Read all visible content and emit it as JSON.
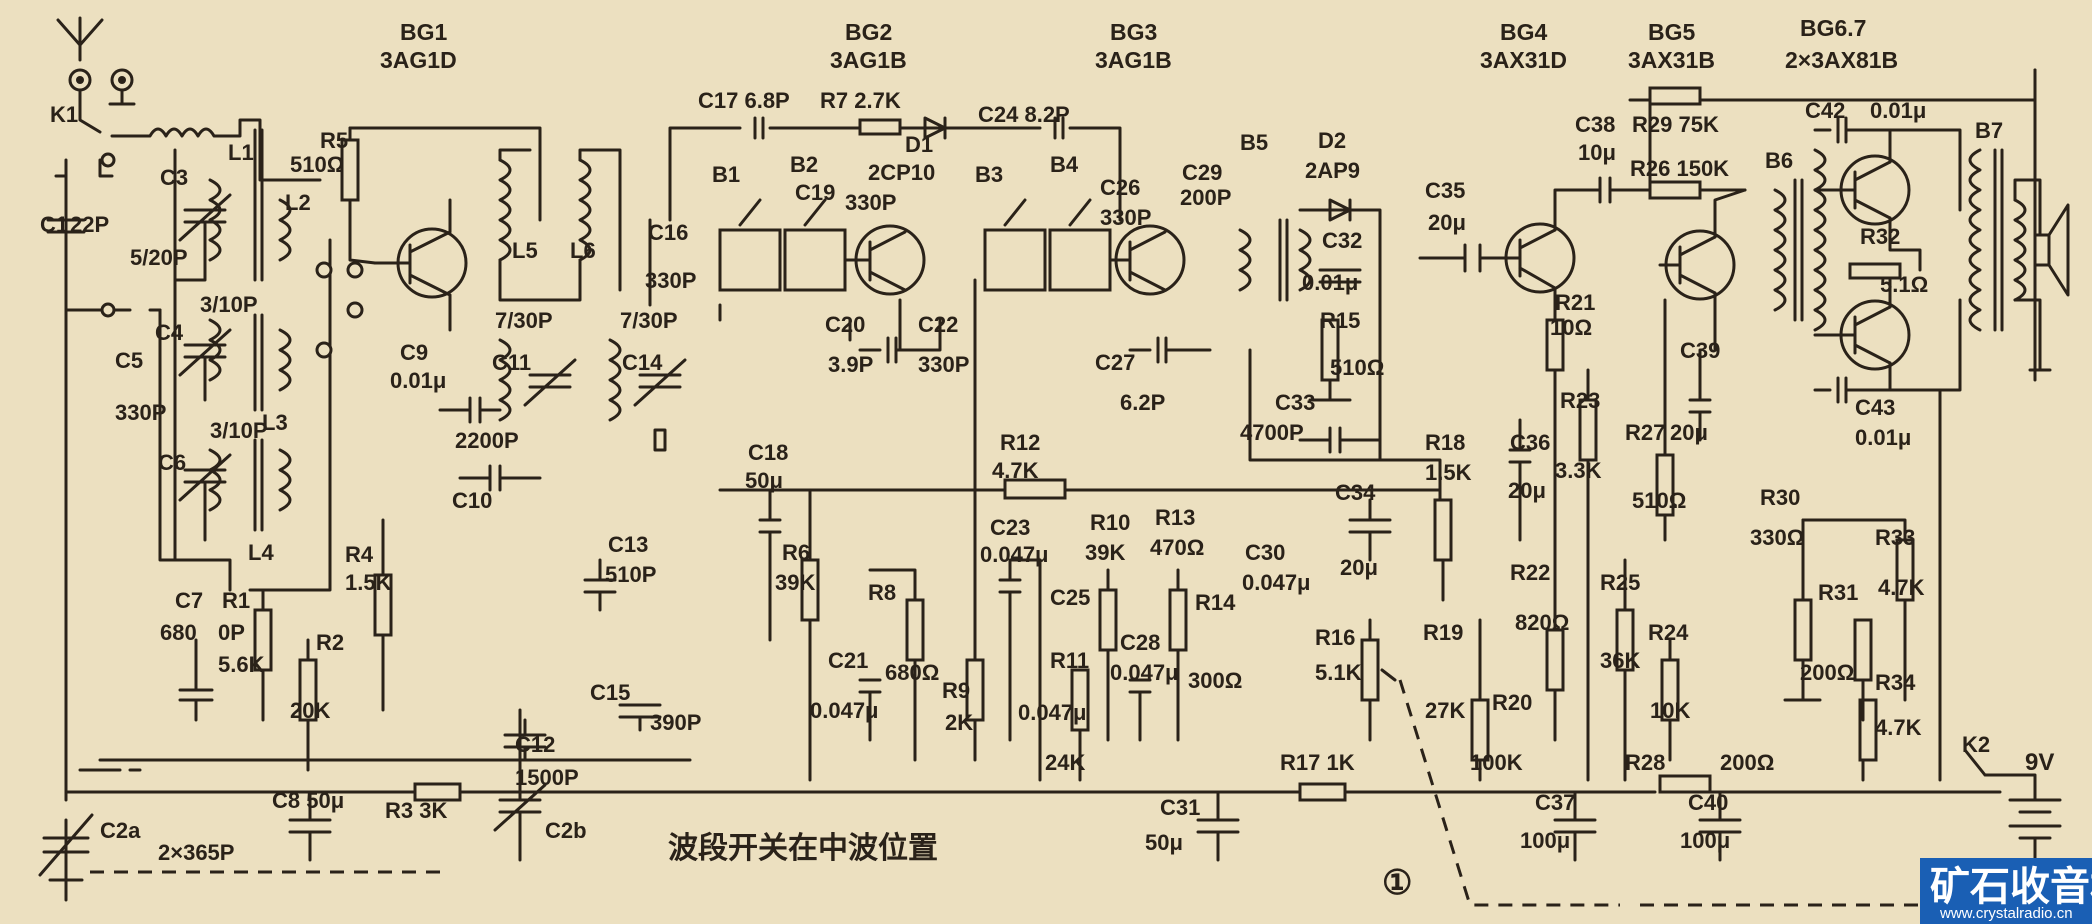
{
  "transistors": [
    {
      "ref": "BG1",
      "model": "3AG1D"
    },
    {
      "ref": "BG2",
      "model": "3AG1B"
    },
    {
      "ref": "BG3",
      "model": "3AG1B"
    },
    {
      "ref": "BG4",
      "model": "3AX31D"
    },
    {
      "ref": "BG5",
      "model": "3AX31B"
    },
    {
      "ref": "BG6.7",
      "model": "2×3AX81B"
    }
  ],
  "components": {
    "C1": "C1",
    "C1v": "22P",
    "C3": "C3",
    "C3v": "5/20P",
    "C4": "C4",
    "C4v": "3/10P",
    "C5": "C5",
    "C5v": "330P",
    "C6": "C6",
    "C6v": "3/10P",
    "C7": "C7",
    "C7v": "680",
    "R1": "R1",
    "R1v": "0P",
    "R1b": "5.6K",
    "R2": "R2",
    "R2v": "20K",
    "R3": "R3 3K",
    "C8": "C8 50μ",
    "C2a": "C2a",
    "C2v": "2×365P",
    "C2b": "C2b",
    "L1": "L1",
    "L2": "L2",
    "L3": "L3",
    "L4": "L4",
    "L5": "L5",
    "L6": "L6",
    "K1": "K1",
    "K2": "K2",
    "R5": "R5",
    "R5v": "510Ω",
    "R4": "R4",
    "R4v": "1.5K",
    "C9": "C9",
    "C9v": "0.01μ",
    "C9b": "2200P",
    "C10": "C10",
    "C11": "C11",
    "C11v": "7/30P",
    "C14": "C14",
    "C14v": "7/30P",
    "C13": "C13",
    "C13v": "510P",
    "C15": "C15",
    "C15v": "390P",
    "C12": "C12",
    "C12v": "1500P",
    "C17": "C17 6.8P",
    "R7": "R7 2.7K",
    "D1": "D1",
    "D1v": "2CP10",
    "C24": "C24 8.2P",
    "B1": "B1",
    "B2": "B2",
    "B3": "B3",
    "B4": "B4",
    "C16": "C16",
    "C16v": "330P",
    "C19": "C19",
    "C19v": "330P",
    "C20": "C20",
    "C20v": "3.9P",
    "C22": "C22",
    "C22v": "330P",
    "C26": "C26",
    "C26v": "330P",
    "C27": "C27",
    "C27v": "6.2P",
    "C18": "C18",
    "C18v": "50μ",
    "R6": "R6",
    "R6v": "39K",
    "R8": "R8",
    "R8v": "680Ω",
    "C21": "C21",
    "C21v": "0.047μ",
    "R9": "R9",
    "R9v": "2K",
    "R12": "R12",
    "R12v": "4.7K",
    "C23": "C23",
    "C23v": "0.047μ",
    "C25": "C25",
    "C25v": "0.047μ",
    "R11": "R11",
    "R11v": "24K",
    "R10": "R10",
    "R10v": "39K",
    "R13": "R13",
    "R13v": "470Ω",
    "C28": "C28",
    "C28v": "0.047μ",
    "R14": "R14",
    "R14v": "300Ω",
    "C29": "C29",
    "C29v": "200P",
    "B5": "B5",
    "D2": "D2",
    "D2v": "2AP9",
    "C32": "C32",
    "C32v": "0.01μ",
    "R15": "R15",
    "R15v": "510Ω",
    "C33": "C33",
    "C33v": "4700P",
    "C30": "C30",
    "C30v": "0.047μ",
    "C34": "C34",
    "C34v": "20μ",
    "R16": "R16",
    "R16v": "5.1K",
    "C31": "C31",
    "C31v": "50μ",
    "R17": "R17 1K",
    "C35": "C35",
    "C35v": "20μ",
    "R18": "R18",
    "R18v": "1.5K",
    "R19": "R19",
    "R19v": "27K",
    "R20": "R20",
    "R20v": "100K",
    "R21": "R21",
    "R21v": "10Ω",
    "C36": "C36",
    "C36v": "20μ",
    "R22": "R22",
    "R22v": "820Ω",
    "R23": "R23",
    "R23v": "3.3K",
    "C37": "C37",
    "C37v": "100μ",
    "C38": "C38",
    "C38v": "10μ",
    "R29": "R29 75K",
    "R26": "R26 150K",
    "C39": "C39",
    "C39v": "20μ",
    "R27": "R27",
    "R27v": "510Ω",
    "R25": "R25",
    "R25v": "36K",
    "R24": "R24",
    "R24v": "10K",
    "R28": "R28",
    "R28v": "200Ω",
    "C40": "C40",
    "C40v": "100μ",
    "B6": "B6",
    "B7": "B7",
    "C42": "C42",
    "C42v": "0.01μ",
    "C43": "C43",
    "C43v": "0.01μ",
    "R32": "R32",
    "R32v": "5.1Ω",
    "R30": "R30",
    "R30v": "330Ω",
    "R31": "R31",
    "R31v": "200Ω",
    "R33": "R33",
    "R33v": "4.7K",
    "R34": "R34",
    "R34v": "4.7K",
    "batt": "9V"
  },
  "caption": "波段开关在中波位置",
  "figure_number": "①",
  "watermark": {
    "title": "矿石收音机",
    "url": "www.crystalradio.cn",
    "bg": "#1a5fb4"
  },
  "colors": {
    "paper": "#ece0c0",
    "ink": "#2a2219"
  }
}
